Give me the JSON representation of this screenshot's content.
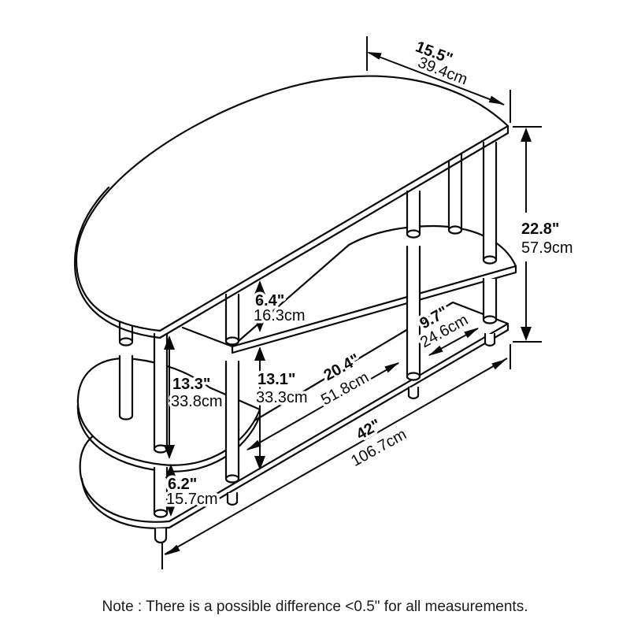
{
  "dims": {
    "depth": {
      "in": "15.5\"",
      "cm": "39.4cm"
    },
    "height": {
      "in": "22.8\"",
      "cm": "57.9cm"
    },
    "top_shelf_gap": {
      "in": "6.4\"",
      "cm": "16.3cm"
    },
    "right_compartment": {
      "in": "9.7\"",
      "cm": "24.6cm"
    },
    "left_shelf_gap": {
      "in": "13.3\"",
      "cm": "33.8cm"
    },
    "center_shelf_gap": {
      "in": "13.1\"",
      "cm": "33.3cm"
    },
    "center_compartment": {
      "in": "20.4\"",
      "cm": "51.8cm"
    },
    "bottom_left_gap": {
      "in": "6.2\"",
      "cm": "15.7cm"
    },
    "overall_width": {
      "in": "42\"",
      "cm": "106.7cm"
    }
  },
  "note": "Note : There is a possible difference <0.5\" for all measurements.",
  "colors": {
    "line": "#0a0a0a",
    "background": "#ffffff"
  }
}
